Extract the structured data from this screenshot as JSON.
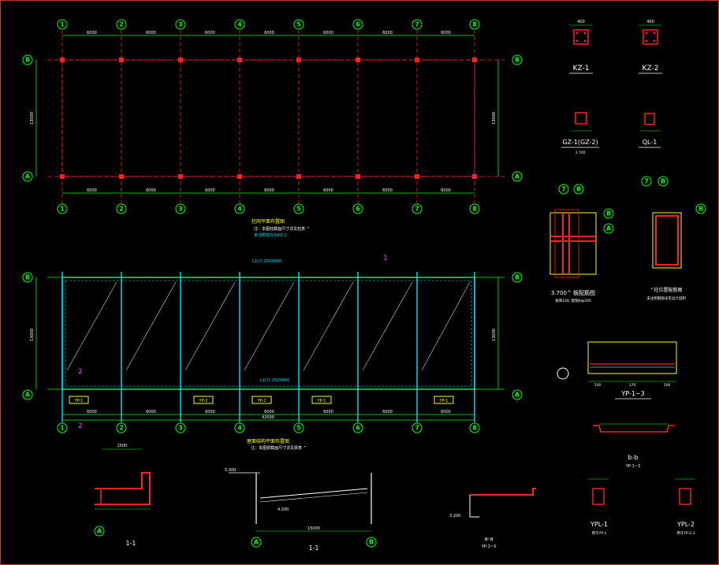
{
  "colors": {
    "background": "#000000",
    "axis_green": "#00ff00",
    "beam_red": "#ff2020",
    "slab_cyan": "#00e5ff",
    "dim_white": "#ffffff",
    "yellow": "#ffff00",
    "magenta": "#ff40ff"
  },
  "plan1": {
    "axis_numbers": [
      "1",
      "2",
      "3",
      "4",
      "5",
      "6",
      "7",
      "8"
    ],
    "axis_letters": [
      "B",
      "A"
    ],
    "top_dims": [
      "6000",
      "6000",
      "6000",
      "6000",
      "6000",
      "6000",
      "6000"
    ],
    "bottom_dims": [
      "6000",
      "6000",
      "6000",
      "6000",
      "6000",
      "6000",
      "6000"
    ],
    "side_dim": "13000",
    "title": "柱网平面布置图",
    "note1": "注：本图柱截面尺寸详见柱表 ^",
    "note2": "未注明柱均为KZ-1"
  },
  "plan2": {
    "axis_numbers": [
      "1",
      "2",
      "3",
      "4",
      "5",
      "6",
      "7",
      "8"
    ],
    "axis_letters": [
      "B",
      "A"
    ],
    "bottom_dims": [
      "6000",
      "6000",
      "6000",
      "6000",
      "6000",
      "6000",
      "6000"
    ],
    "total_dim": "42000",
    "side_dim": "13000",
    "title": "屋面结构平面布置图",
    "note1": "注：本图梁截面尺寸详见梁表 ^",
    "section_marks": [
      "1",
      "2"
    ],
    "slab_labels": [
      "YP-1",
      "YP-2",
      "YP-2",
      "YP-1",
      "YP-1"
    ],
    "beam_label_top": "L1(7) 250X600",
    "beam_label_bottom": "L1(7) 250X600"
  },
  "details": {
    "kz1": {
      "label": "KZ-1",
      "size": "400"
    },
    "kz2": {
      "label": "KZ-2",
      "size": "400"
    },
    "gz1": {
      "label": "GZ-1(GZ-2)",
      "note": "3.700"
    },
    "ql1": {
      "label": "QL-1"
    },
    "corner1": {
      "label": "3.700^ 板配筋图",
      "sub": "板厚100, 配筋8@200"
    },
    "corner2": {
      "label": "^柱位置配筋图",
      "sub": "未注明钢筋详见设计说明"
    },
    "yp13": {
      "label": "YP-1~3",
      "dims": [
        "500",
        "170",
        "500"
      ]
    },
    "bb": {
      "label": "b-b",
      "sub": "YP-1~3"
    },
    "ypl1": {
      "label": "YPL-1",
      "sub": "用于YP-1"
    },
    "ypl2": {
      "label": "YPL-2",
      "sub": "用于YP-2,3"
    },
    "sec11a": {
      "label": "1-1",
      "dim": "1500"
    },
    "sec11b": {
      "label": "1-1",
      "dims": [
        "5.000",
        "4.200",
        "15000"
      ],
      "axes": [
        "A",
        "B"
      ]
    },
    "secaa": {
      "label": "a-a",
      "sub": "YP-1~3",
      "elev": "3.200"
    }
  }
}
